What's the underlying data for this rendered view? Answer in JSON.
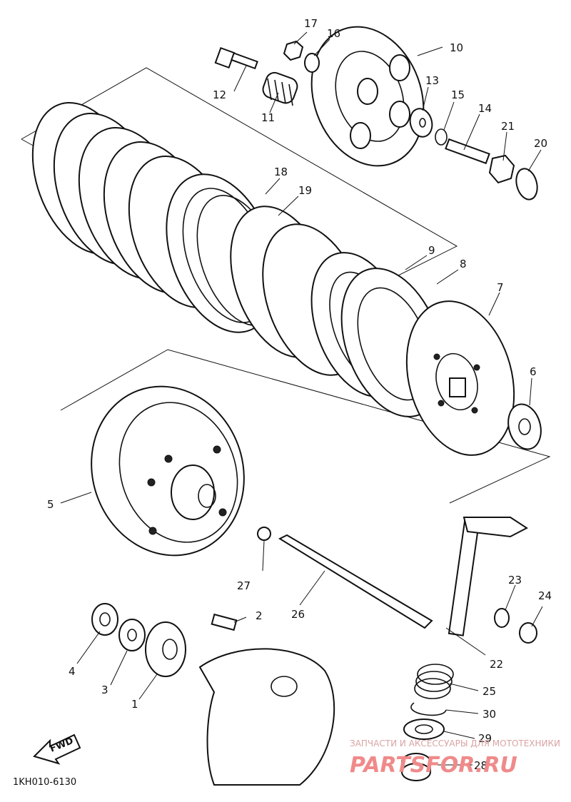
{
  "diagram": {
    "code": "1KH010-6130",
    "fwd_label": "FWD",
    "watermark": {
      "small": "ЗАПЧАСТИ И АКСЕССУАРЫ ДЛЯ МОТОТЕХНИКИ",
      "big": "PARTSFOR.RU"
    },
    "parts": [
      {
        "id": "p1",
        "label": "1"
      },
      {
        "id": "p2",
        "label": "2"
      },
      {
        "id": "p3",
        "label": "3"
      },
      {
        "id": "p4",
        "label": "4"
      },
      {
        "id": "p5",
        "label": "5"
      },
      {
        "id": "p6",
        "label": "6"
      },
      {
        "id": "p7",
        "label": "7"
      },
      {
        "id": "p8",
        "label": "8"
      },
      {
        "id": "p9",
        "label": "9"
      },
      {
        "id": "p10",
        "label": "10"
      },
      {
        "id": "p11",
        "label": "11"
      },
      {
        "id": "p12",
        "label": "12"
      },
      {
        "id": "p13",
        "label": "13"
      },
      {
        "id": "p14",
        "label": "14"
      },
      {
        "id": "p15",
        "label": "15"
      },
      {
        "id": "p16",
        "label": "16"
      },
      {
        "id": "p17",
        "label": "17"
      },
      {
        "id": "p18",
        "label": "18"
      },
      {
        "id": "p19",
        "label": "19"
      },
      {
        "id": "p20",
        "label": "20"
      },
      {
        "id": "p21",
        "label": "21"
      },
      {
        "id": "p22",
        "label": "22"
      },
      {
        "id": "p23",
        "label": "23"
      },
      {
        "id": "p24",
        "label": "24"
      },
      {
        "id": "p25",
        "label": "25"
      },
      {
        "id": "p26",
        "label": "26"
      },
      {
        "id": "p27",
        "label": "27"
      },
      {
        "id": "p28",
        "label": "28"
      },
      {
        "id": "p29",
        "label": "29"
      },
      {
        "id": "p30",
        "label": "30"
      }
    ]
  }
}
